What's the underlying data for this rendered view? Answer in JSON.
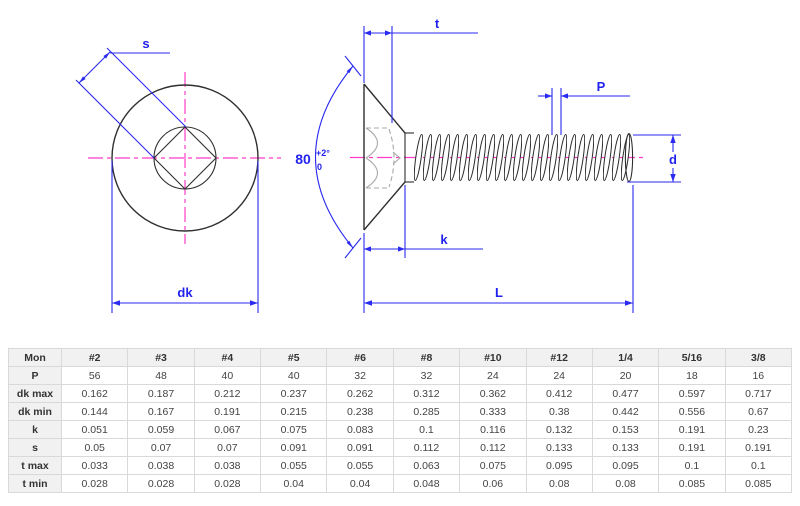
{
  "drawing": {
    "labels": {
      "s": "s",
      "dk": "dk",
      "t": "t",
      "k": "k",
      "L": "L",
      "P": "P",
      "d": "d",
      "angle": "80",
      "angle_tol_plus": "+2°",
      "angle_tol_minus": "0"
    },
    "colors": {
      "dimension_blue": "#2a2af0",
      "centerline_magenta": "#ff3cc8",
      "outline_dark": "#2f2f2f",
      "hidden_gray": "#a8a8a8"
    }
  },
  "table": {
    "columns": [
      "Mon",
      "#2",
      "#3",
      "#4",
      "#5",
      "#6",
      "#8",
      "#10",
      "#12",
      "1/4",
      "5/16",
      "3/8"
    ],
    "rows": [
      {
        "label": "P",
        "values": [
          "56",
          "48",
          "40",
          "40",
          "32",
          "32",
          "24",
          "24",
          "20",
          "18",
          "16"
        ]
      },
      {
        "label": "dk max",
        "values": [
          "0.162",
          "0.187",
          "0.212",
          "0.237",
          "0.262",
          "0.312",
          "0.362",
          "0.412",
          "0.477",
          "0.597",
          "0.717"
        ]
      },
      {
        "label": "dk min",
        "values": [
          "0.144",
          "0.167",
          "0.191",
          "0.215",
          "0.238",
          "0.285",
          "0.333",
          "0.38",
          "0.442",
          "0.556",
          "0.67"
        ]
      },
      {
        "label": "k",
        "values": [
          "0.051",
          "0.059",
          "0.067",
          "0.075",
          "0.083",
          "0.1",
          "0.116",
          "0.132",
          "0.153",
          "0.191",
          "0.23"
        ]
      },
      {
        "label": "s",
        "values": [
          "0.05",
          "0.07",
          "0.07",
          "0.091",
          "0.091",
          "0.112",
          "0.112",
          "0.133",
          "0.133",
          "0.191",
          "0.191"
        ]
      },
      {
        "label": "t max",
        "values": [
          "0.033",
          "0.038",
          "0.038",
          "0.055",
          "0.055",
          "0.063",
          "0.075",
          "0.095",
          "0.095",
          "0.1",
          "0.1"
        ]
      },
      {
        "label": "t min",
        "values": [
          "0.028",
          "0.028",
          "0.028",
          "0.04",
          "0.04",
          "0.048",
          "0.06",
          "0.08",
          "0.08",
          "0.085",
          "0.085"
        ]
      }
    ]
  }
}
